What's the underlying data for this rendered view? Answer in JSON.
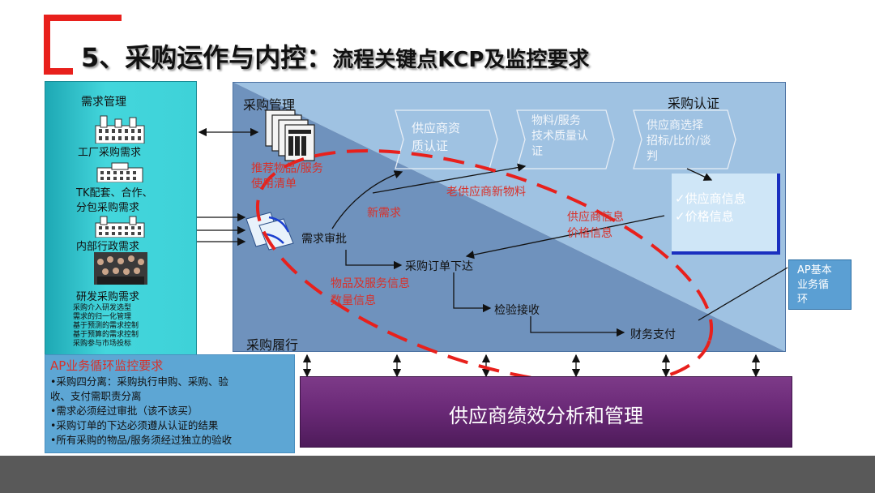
{
  "title": {
    "main": "5、采购运作与内控",
    "colon": "：",
    "sub": "流程关键点KCP及监控要求"
  },
  "left_panel": {
    "header": "需求管理",
    "items": [
      "工厂采购需求",
      "TK配套、合作、",
      "分包采购需求",
      "内部行政需求",
      "研发采购需求"
    ],
    "notes": [
      "采购介入研发选型",
      "需求的归一化管理",
      "基于预测的需求控制",
      "基于预算的需求控制",
      "采购参与市场投标"
    ]
  },
  "main_panel": {
    "procurement_mgmt": "采购管理",
    "certification": "采购认证",
    "fulfillment": "采购履行",
    "chevrons": [
      [
        "供应商资",
        "质认证"
      ],
      [
        "物料/服务",
        "技术质量认",
        "证"
      ],
      [
        "供应商选择",
        "招标/比价/谈",
        "判"
      ]
    ],
    "recommended_list": [
      "推荐物品/服务",
      "使用清单"
    ],
    "old_supplier_new_material": "老供应商新物料",
    "new_demand": "新需求",
    "supplier_info": [
      "供应商信息",
      "价格信息"
    ],
    "demand_approval": "需求审批",
    "po_issue": "采购订单下达",
    "goods_info": [
      "物品及服务信息",
      "数量信息"
    ],
    "inspection": "检验接收",
    "payment": "财务支付",
    "info_box": [
      "✓供应商信息",
      "✓价格信息"
    ]
  },
  "ap_cycle": [
    "AP基本",
    "业务循",
    "环"
  ],
  "ap_box": {
    "header": "AP业务循环监控要求",
    "lines": [
      "•采购四分离：采购执行申购、采购、验",
      "收、支付需职责分离",
      "•需求必须经过审批（该不该买）",
      "•采购订单的下达必须遵从认证的结果",
      "•所有采购的物品/服务须经过独立的验收"
    ]
  },
  "supplier_box": "供应商绩效分析和管理",
  "colors": {
    "accent_red": "#e8201c",
    "panel_teal": "#3ed2d8",
    "panel_blue": "#7b9fc7",
    "supplier_purple": "#6b2a78",
    "footer_gray": "#595959"
  },
  "icons": [
    "building-icon",
    "factory-icon",
    "people-photo-icon",
    "document-stack-icon",
    "workflow-icon"
  ]
}
